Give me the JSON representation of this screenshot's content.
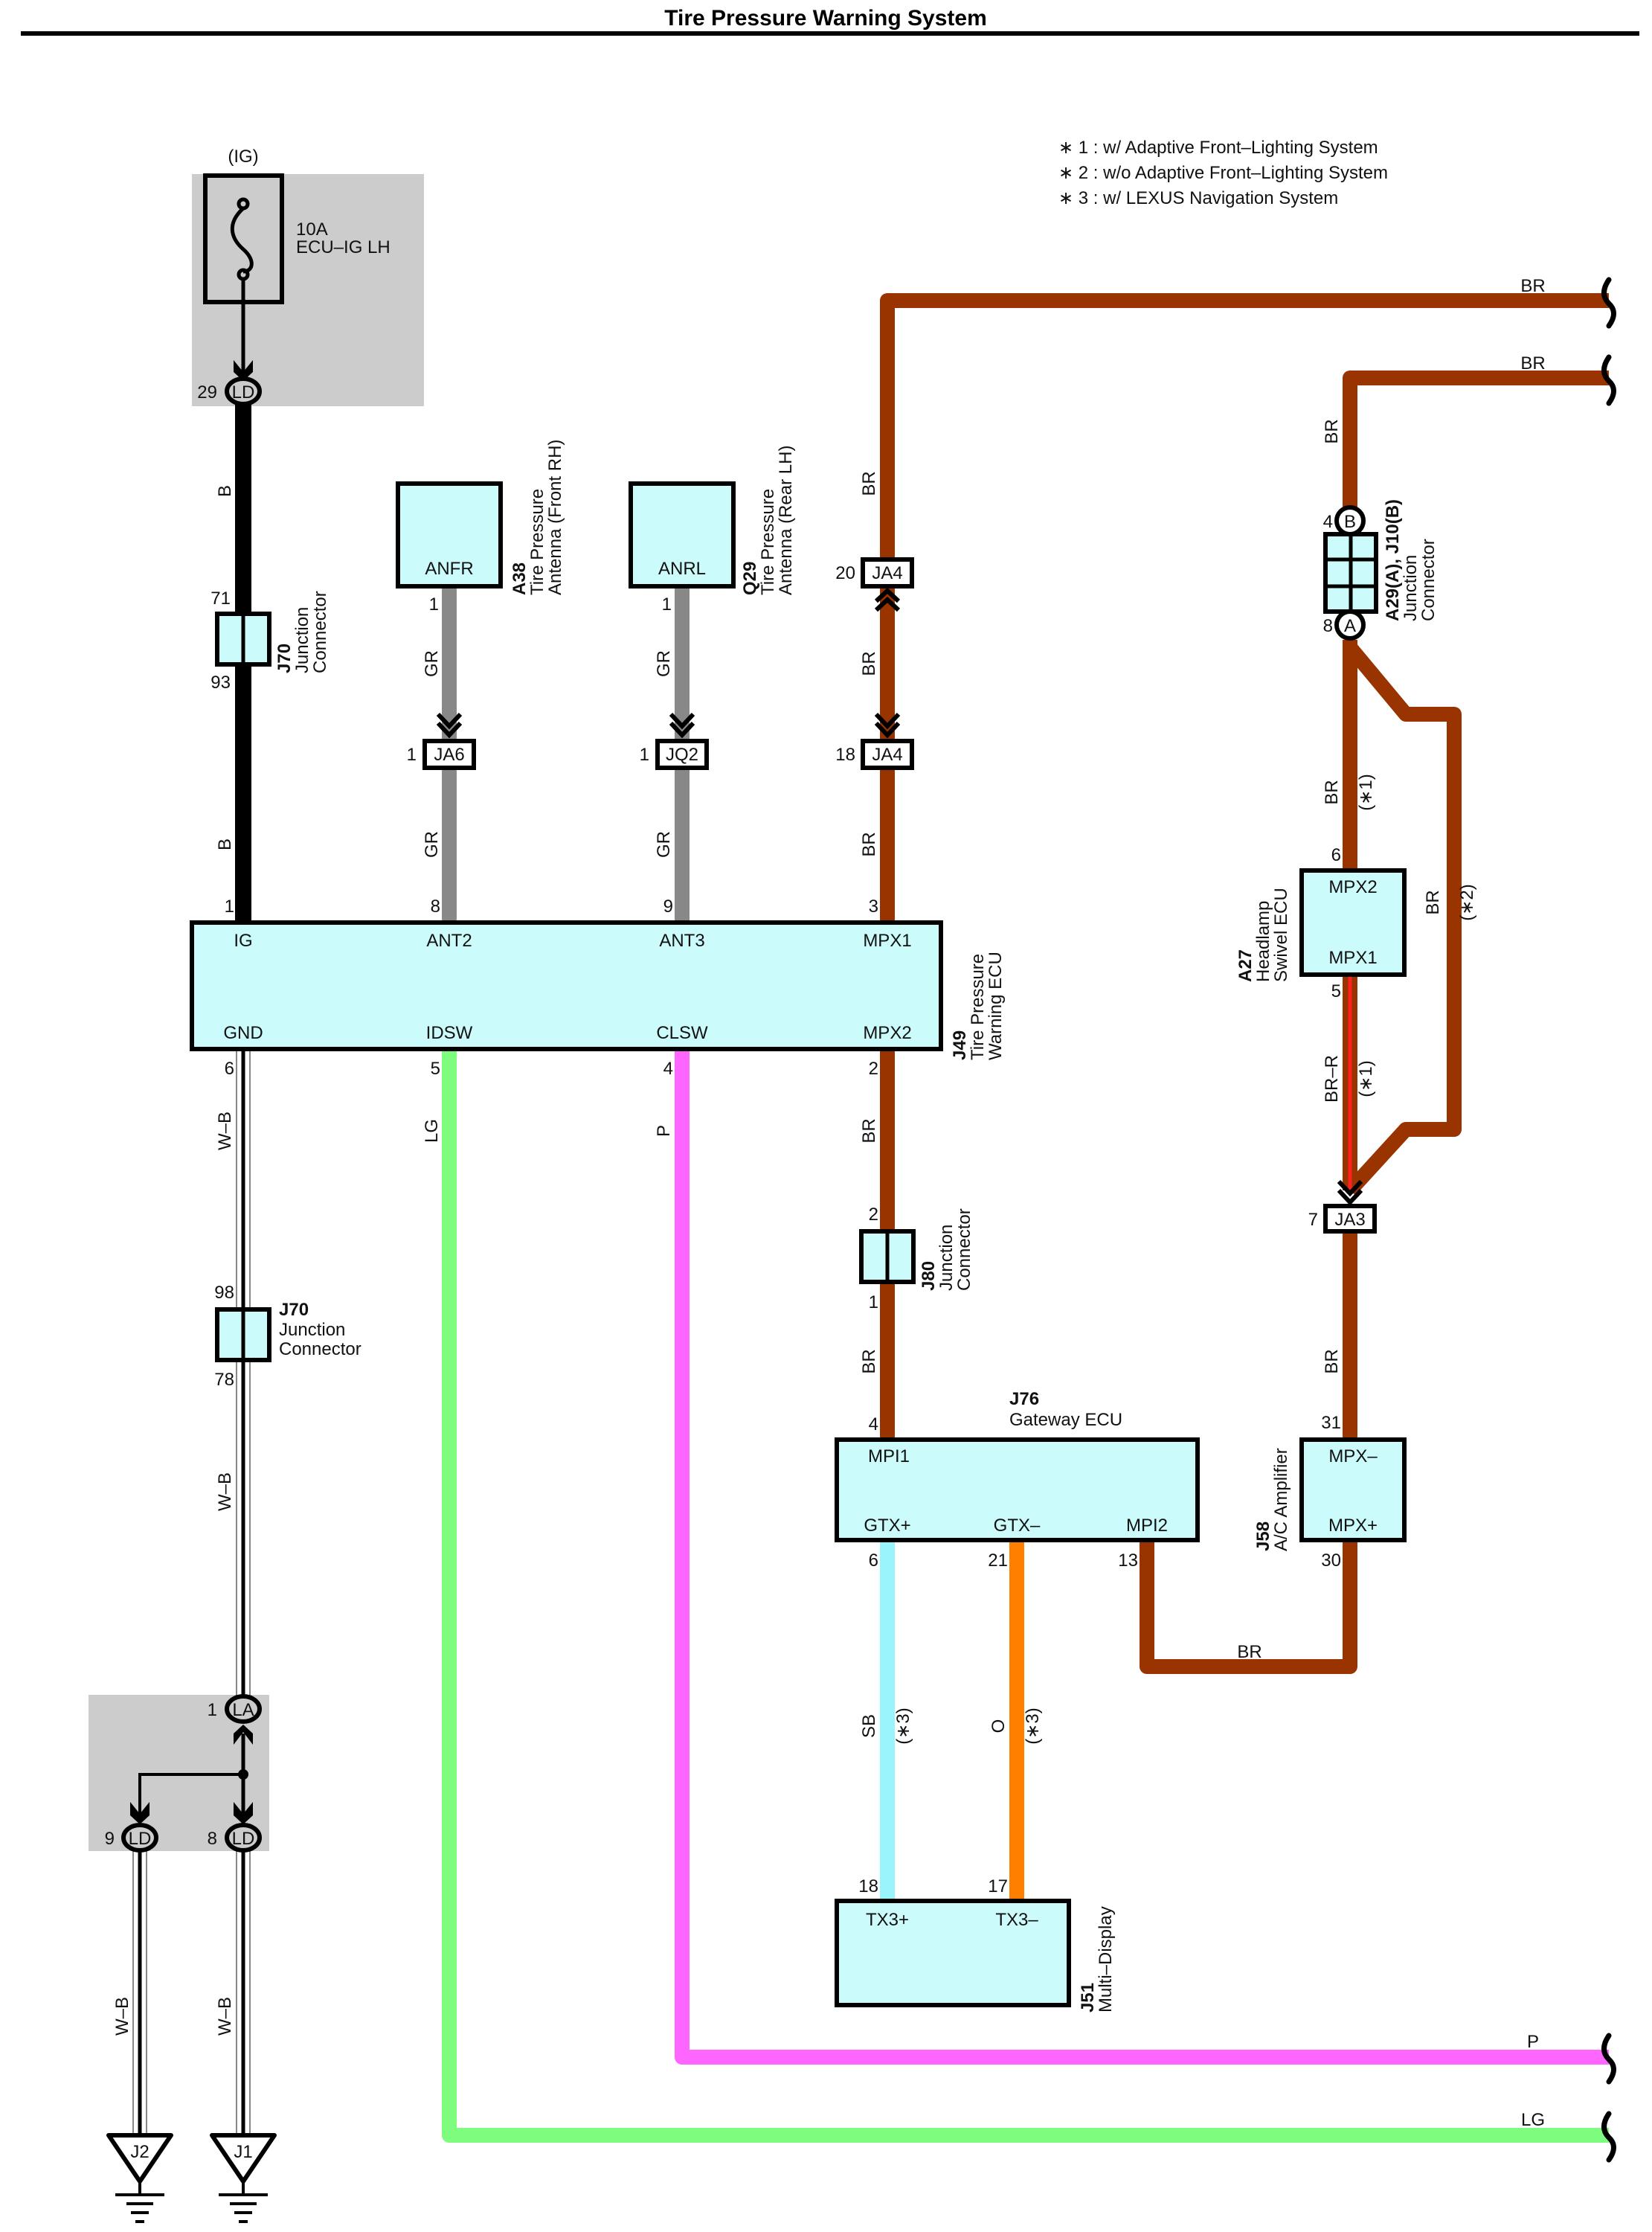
{
  "title": "Tire Pressure Warning System",
  "notes": [
    "∗ 1 : w/ Adaptive Front–Lighting System",
    "∗ 2 : w/o Adaptive Front–Lighting System",
    "∗ 3 : w/ LEXUS Navigation System"
  ],
  "colors": {
    "B": "#000000",
    "GR": "#888888",
    "BR": "#993300",
    "LG": "#7dfc7d",
    "P": "#ff66ff",
    "SB": "#99f5fb",
    "O": "#ff8000",
    "R_stripe": "#ff2020",
    "component_fill": "#cbfbfb",
    "shaded_block": "#cccccc"
  },
  "fuse": {
    "source": "(IG)",
    "rating": "10A",
    "name": "ECU–IG LH",
    "out_pin": "29",
    "out_connector": "LD"
  },
  "j70_top": {
    "id": "J70",
    "name1": "Junction",
    "name2": "Connector",
    "pin_in": "71",
    "pin_out": "93"
  },
  "j70_bottom": {
    "id": "J70",
    "name1": "Junction",
    "name2": "Connector",
    "pin_in": "98",
    "pin_out": "78"
  },
  "a38": {
    "id": "A38",
    "name1": "Tire Pressure",
    "name2": "Antenna (Front RH)",
    "terminal": "ANFR",
    "pin": "1"
  },
  "q29": {
    "id": "Q29",
    "name1": "Tire Pressure",
    "name2": "Antenna (Rear LH)",
    "terminal": "ANRL",
    "pin": "1"
  },
  "ja6": {
    "label": "JA6",
    "pin": "1"
  },
  "jq2": {
    "label": "JQ2",
    "pin": "1"
  },
  "ja4_top": {
    "label": "JA4",
    "pin": "20"
  },
  "ja4_bottom": {
    "label": "JA4",
    "pin": "18"
  },
  "ja3": {
    "label": "JA3",
    "pin": "7"
  },
  "j49": {
    "id": "J49",
    "name1": "Tire Pressure",
    "name2": "Warning ECU",
    "top_terminals": [
      {
        "name": "IG",
        "pin": "1",
        "wire": "B"
      },
      {
        "name": "ANT2",
        "pin": "8",
        "wire": "GR"
      },
      {
        "name": "ANT3",
        "pin": "9",
        "wire": "GR"
      },
      {
        "name": "MPX1",
        "pin": "3",
        "wire": "BR"
      }
    ],
    "bottom_terminals": [
      {
        "name": "GND",
        "pin": "6",
        "wire": "W–B"
      },
      {
        "name": "IDSW",
        "pin": "5",
        "wire": "LG"
      },
      {
        "name": "CLSW",
        "pin": "4",
        "wire": "P"
      },
      {
        "name": "MPX2",
        "pin": "2",
        "wire": "BR"
      }
    ]
  },
  "j80": {
    "id": "J80",
    "name1": "Junction",
    "name2": "Connector",
    "pin_in": "2",
    "pin_out": "1"
  },
  "j76": {
    "id": "J76",
    "name": "Gateway ECU",
    "top_terminals": [
      {
        "name": "MPI1",
        "pin": "4"
      }
    ],
    "bottom_terminals": [
      {
        "name": "GTX+",
        "pin": "6"
      },
      {
        "name": "GTX–",
        "pin": "21"
      },
      {
        "name": "MPI2",
        "pin": "13"
      }
    ]
  },
  "j51": {
    "id": "J51",
    "name": "Multi–Display",
    "terminals": [
      {
        "name": "TX3+",
        "pin": "18"
      },
      {
        "name": "TX3–",
        "pin": "17"
      }
    ]
  },
  "a29": {
    "id": "A29(A), J10(B)",
    "name1": "Junction",
    "name2": "Connector",
    "pin_b": "4",
    "label_b": "B",
    "pin_a": "8",
    "label_a": "A"
  },
  "a27": {
    "id": "A27",
    "name1": "Headlamp",
    "name2": "Swivel ECU",
    "terminals": [
      {
        "name": "MPX2",
        "pin": "6"
      },
      {
        "name": "MPX1",
        "pin": "5"
      }
    ]
  },
  "j58": {
    "id": "J58",
    "name": "A/C Amplifier",
    "terminals": [
      {
        "name": "MPX–",
        "pin": "31"
      },
      {
        "name": "MPX+",
        "pin": "30"
      }
    ]
  },
  "ground_block": {
    "la_pin": "1",
    "la_label": "LA",
    "ld_left_pin": "9",
    "ld_right_pin": "8",
    "ld_label": "LD"
  },
  "grounds": [
    {
      "label": "J2"
    },
    {
      "label": "J1"
    }
  ],
  "wire_labels": {
    "b": "B",
    "gr": "GR",
    "br": "BR",
    "br_r": "BR–R",
    "wb": "W–B",
    "lg": "LG",
    "p": "P",
    "sb": "SB",
    "o": "O",
    "n1": "(∗1)",
    "n2": "(∗2)",
    "n3": "(∗3)"
  },
  "offpage": [
    {
      "wire": "BR"
    },
    {
      "wire": "BR"
    },
    {
      "wire": "P"
    },
    {
      "wire": "LG"
    }
  ]
}
